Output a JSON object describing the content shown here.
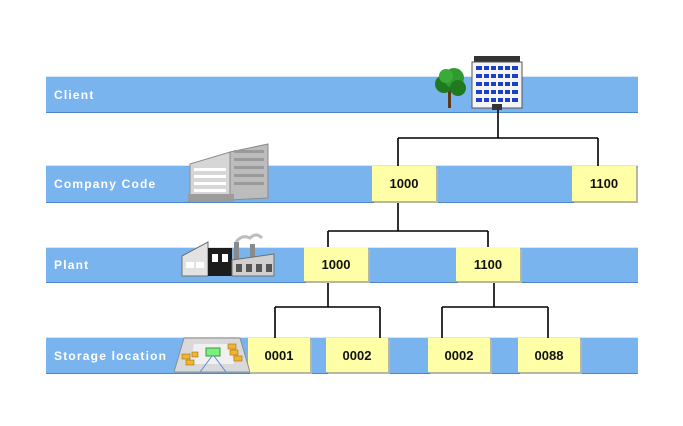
{
  "levels": {
    "client": "Client",
    "company_code": "Company Code",
    "plant": "Plant",
    "storage_location": "Storage location"
  },
  "company_codes": [
    "1000",
    "1100"
  ],
  "plants": [
    "1000",
    "1100"
  ],
  "storage_locations": [
    "0001",
    "0002",
    "0002",
    "0088"
  ],
  "icons": {
    "client": "office-tower-icon",
    "company_code": "office-building-icon",
    "plant": "factory-icon",
    "storage_location": "warehouse-icon"
  },
  "colors": {
    "band": "#7ab4ee",
    "box": "#ffffa8",
    "label_text": "#ffffff"
  }
}
